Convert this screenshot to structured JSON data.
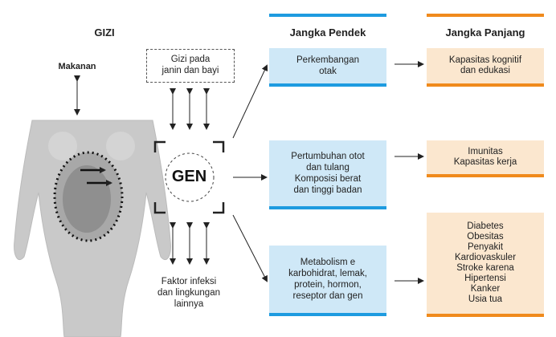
{
  "headers": {
    "gizi": "GIZI",
    "short_term": "Jangka Pendek",
    "long_term": "Jangka Panjang"
  },
  "left": {
    "makanan": "Makanan",
    "gizi_janin": "Gizi pada\njanin dan bayi",
    "gen": "GEN",
    "faktor": "Faktor infeksi\ndan lingkungan\nlainnya"
  },
  "short_boxes": [
    "Perkembangan\notak",
    "Pertumbuhan otot\ndan tulang\nKomposisi berat\ndan tinggi badan",
    "Metabolism e\nkarbohidrat, lemak,\nprotein, hormon,\nreseptor dan gen"
  ],
  "long_boxes": [
    "Kapasitas kognitif\ndan edukasi",
    "Imunitas\nKapasitas kerja",
    "Diabetes\nObesitas\nPenyakit\nKardiovaskuler\nStroke karena\nHipertensi\nKanker\nUsia tua"
  ],
  "colors": {
    "blue_accent": "#1e9be0",
    "blue_fill": "#cfe8f7",
    "orange_accent": "#f08a1c",
    "orange_fill": "#fbe7cf"
  }
}
